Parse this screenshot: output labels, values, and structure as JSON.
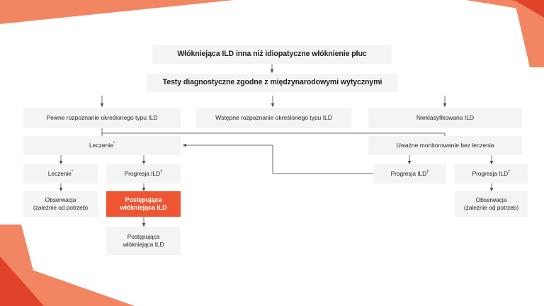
{
  "theme": {
    "page_bg": "#ffffff",
    "box_bg": "#f4f4f3",
    "box_text": "#231f20",
    "accent_bg": "#ef5533",
    "accent_text": "#ffffff",
    "accent_light": "#f28562",
    "accent_dark": "#e0422a",
    "line": "#5a5a5a"
  },
  "diagram": {
    "type": "flowchart",
    "language": "pl",
    "title_box": "Włókniejąca ILD inna niż idiopatyczne włóknienie płuc",
    "step2_box": "Testy diagnostyczne zgodne z międzynarodowymi wytycznymi",
    "branches": {
      "definite": "Pewne rozpoznanie określonego typu ILD",
      "provisional": "Wstępne rozpoznanie określonego typu ILD",
      "unclassifiable": "Nieklasyfikowana ILD"
    },
    "left": {
      "treatment": "Leczenie",
      "treatment_sup": "*",
      "treatment2": "Leczenie",
      "treatment2_sup": "*",
      "observation": "Obserwacja\n(zależnie od potrzeb)",
      "observation_l1": "Obserwacja",
      "observation_l2": "(zależnie od potrzeb)",
      "progression": "Progresja ILD",
      "progression_sup": "†",
      "progressive_pf_l1": "Postępująca",
      "progressive_pf_l2": "włókniejąca ILD",
      "progressive_pf_out_l1": "Postępująca",
      "progressive_pf_out_l2": "włókniejąca ILD"
    },
    "right": {
      "monitoring": "Uważne monitorowanie bez leczenia",
      "progression_a": "Progresja ILD",
      "progression_a_sup": "†",
      "progression_b": "Progresja ILD",
      "progression_b_sup": "†",
      "observation_l1": "Obserwacja",
      "observation_l2": "(zależnie od potrzeb)"
    }
  }
}
